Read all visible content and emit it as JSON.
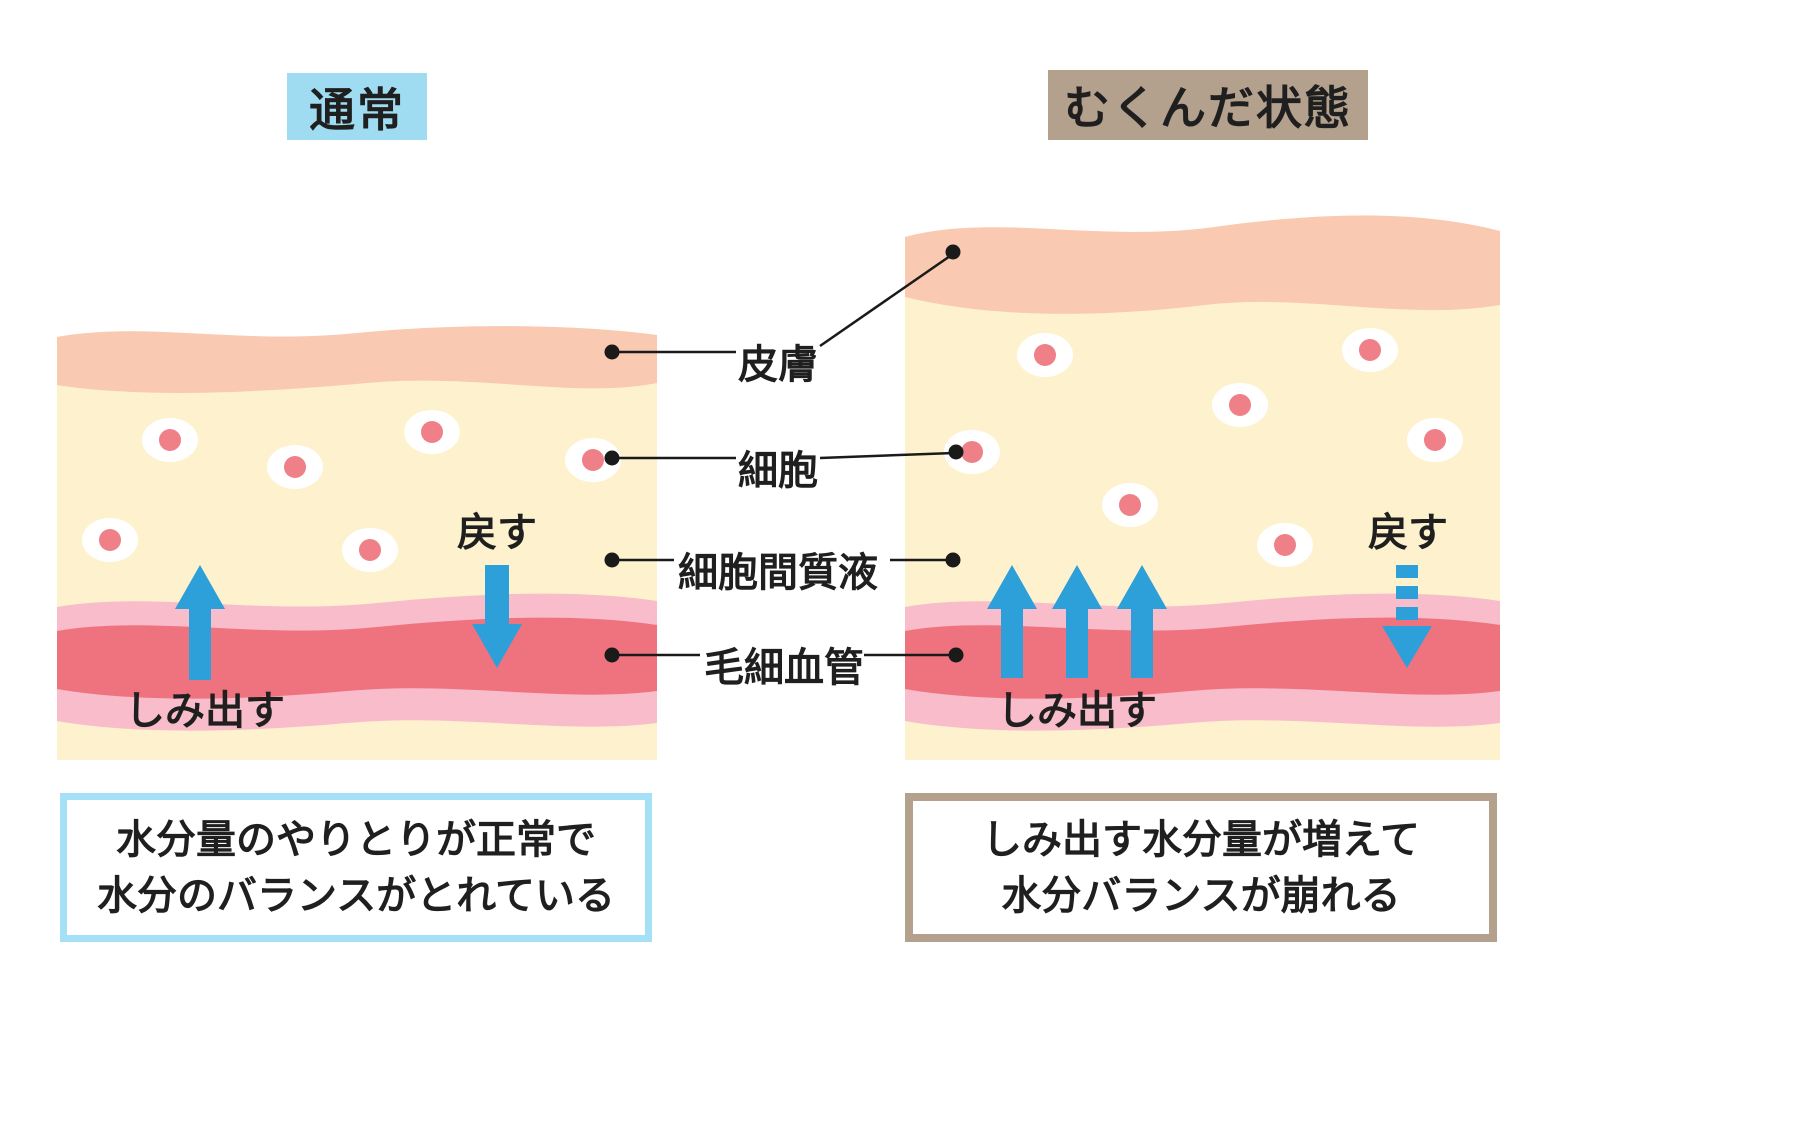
{
  "left_panel": {
    "title": "通常",
    "seep_label": "しみ出す",
    "return_label": "戻す",
    "caption_line1": "水分量のやりとりが正常で",
    "caption_line2": "水分のバランスがとれている"
  },
  "right_panel": {
    "title": "むくんだ状態",
    "seep_label": "しみ出す",
    "return_label": "戻す",
    "caption_line1": "しみ出す水分量が増えて",
    "caption_line2": "水分バランスが崩れる"
  },
  "labels": {
    "skin": "皮膚",
    "cell": "細胞",
    "interstitial_fluid": "細胞間質液",
    "capillary": "毛細血管"
  },
  "colors": {
    "normal_title_bg": "#9fdcf2",
    "swollen_title_bg": "#b3a08d",
    "epidermis_pink": "#f9c9b2",
    "dermis_cream": "#fdf2cd",
    "capillary_light_pink": "#f9bccb",
    "capillary_red": "#ef737f",
    "cell_white": "#ffffff",
    "cell_nucleus": "#ef8087",
    "arrow_blue": "#2d9fd9",
    "normal_caption_border": "#a5e1f6",
    "swollen_caption_border": "#b3a08d",
    "connector_black": "#1a1a1a"
  }
}
